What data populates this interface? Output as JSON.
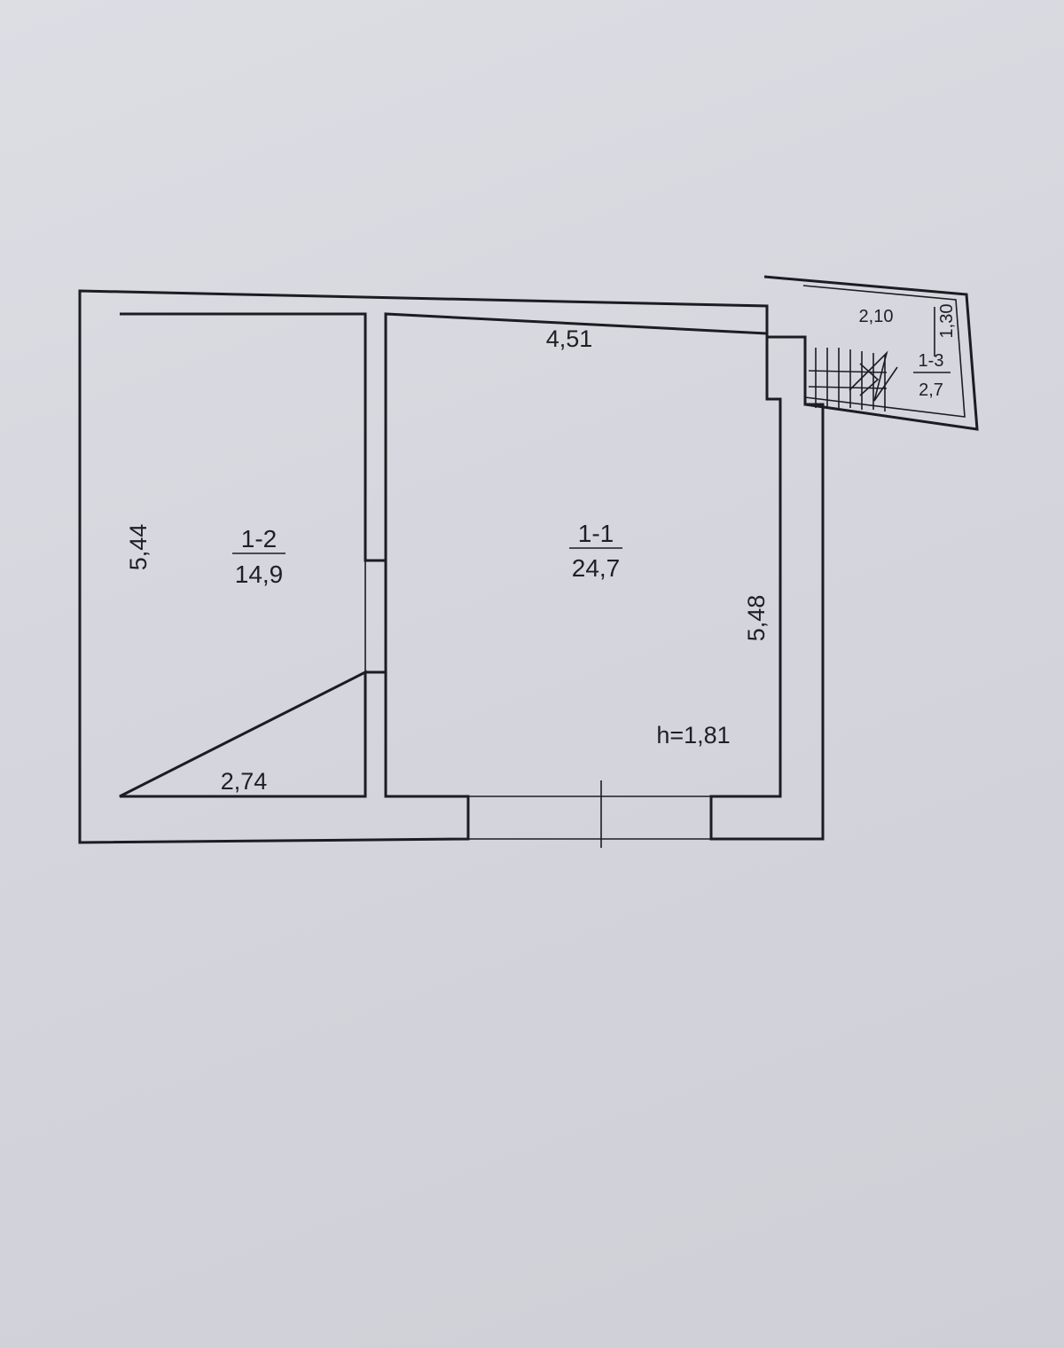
{
  "rooms": {
    "room_1_1": {
      "id": "1-1",
      "area": "24,7"
    },
    "room_1_2": {
      "id": "1-2",
      "area": "14,9"
    },
    "room_1_3": {
      "id": "1-3",
      "area": "2,7"
    }
  },
  "dimensions": {
    "top_1_1": "4,51",
    "side_1_2": "5,44",
    "bottom_1_2": "2,74",
    "side_1_1": "5,48",
    "stair_width": "2,10",
    "stair_depth": "1,30"
  },
  "height_label": "h=1,81"
}
